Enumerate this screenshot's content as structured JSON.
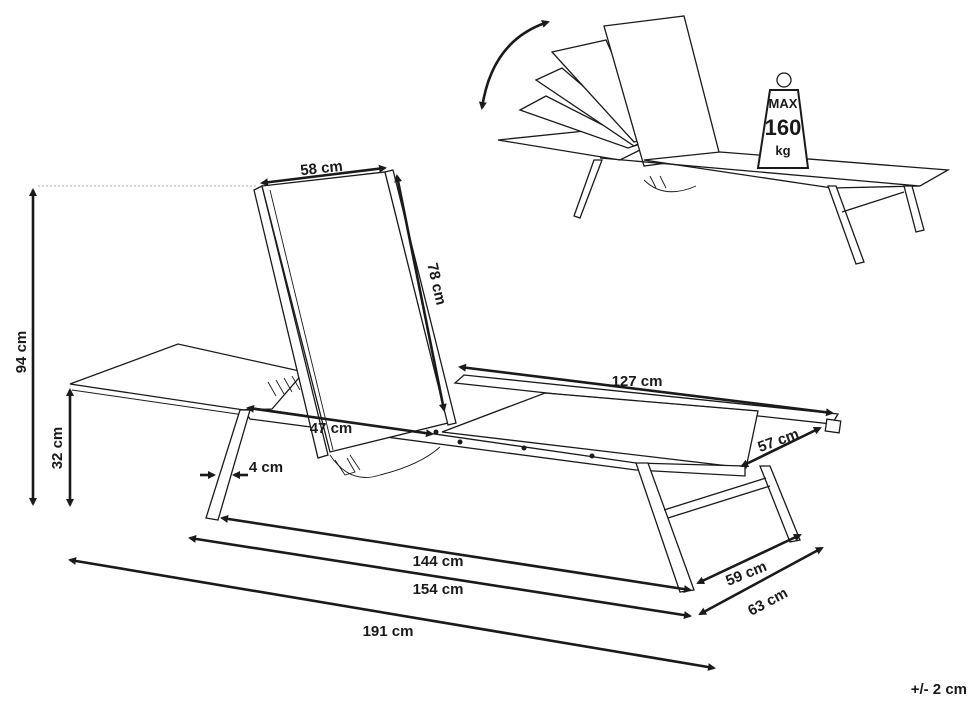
{
  "dimensions": {
    "seat_height": "32 cm",
    "total_height": "94 cm",
    "backrest_width": "58 cm",
    "backrest_length": "78 cm",
    "bed_length": "127 cm",
    "armrest_gap": "47 cm",
    "frame_width": "4 cm",
    "bed_width": "57 cm",
    "inner_length": "144 cm",
    "frame_length": "154 cm",
    "total_length": "191 cm",
    "leg_width": "59 cm",
    "total_width": "63 cm"
  },
  "badge": {
    "top": "MAX",
    "value": "160",
    "unit": "kg"
  },
  "tolerance": "+/- 2 cm"
}
